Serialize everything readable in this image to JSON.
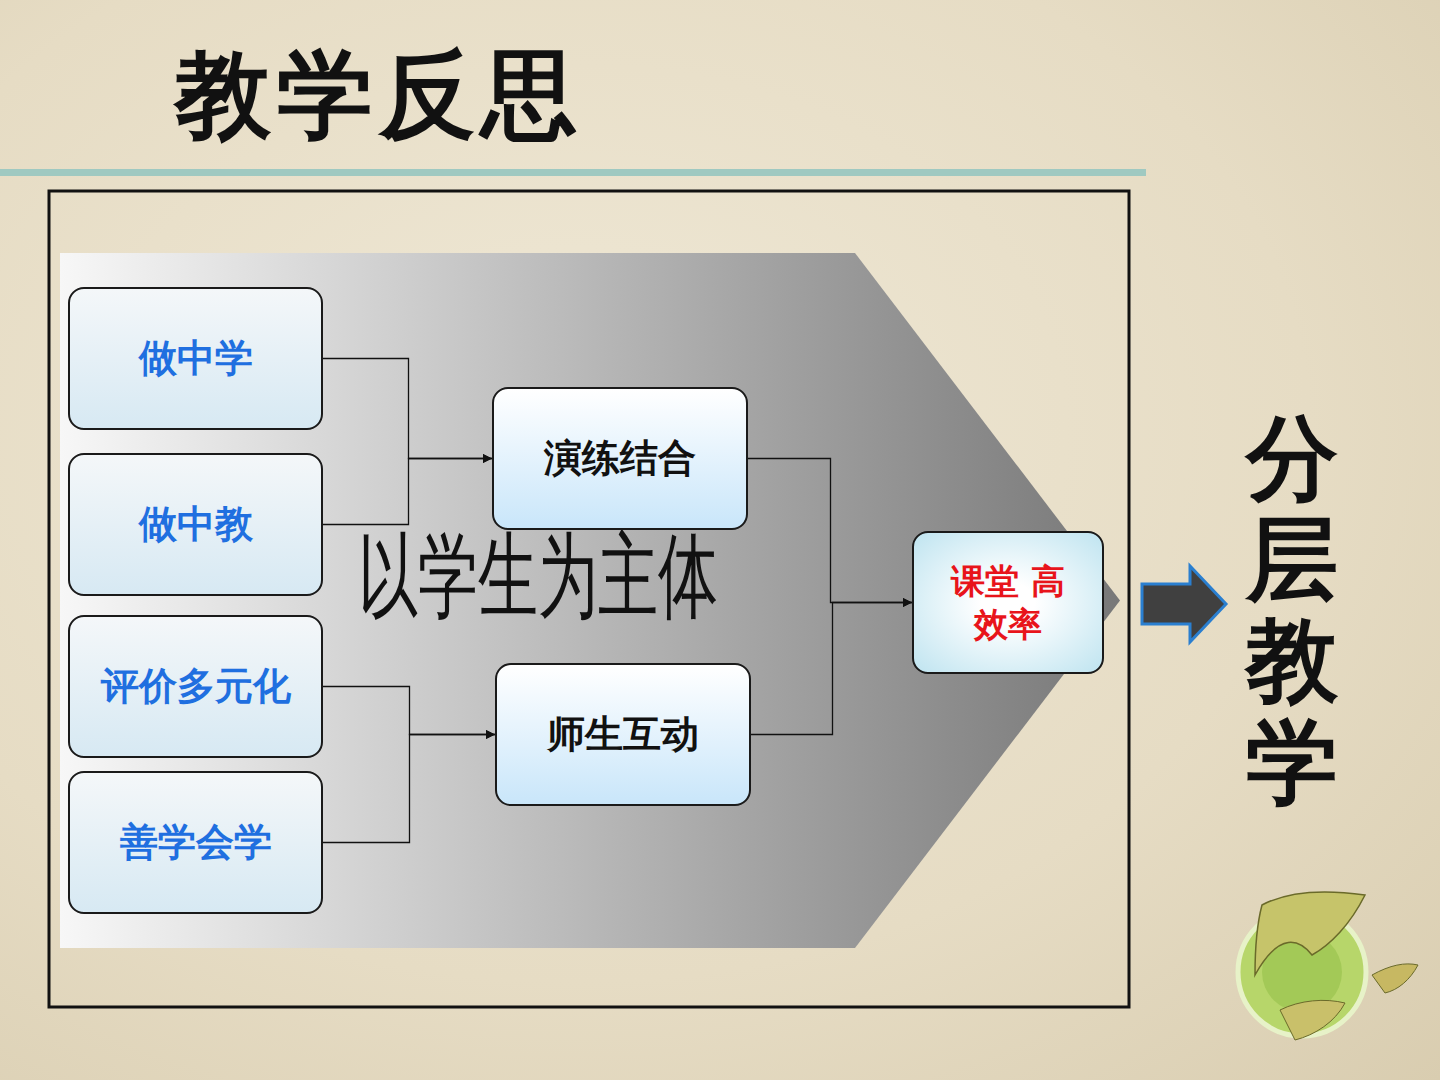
{
  "diagram": {
    "title": "教学反思",
    "nodes": [
      {
        "text": [
          "以学生为主体"
        ]
      },
      {
        "text": [
          "做中学"
        ],
        "in": 0
      },
      {
        "text": [
          "做中教"
        ],
        "in": 0
      },
      {
        "text": [
          "评价多元化"
        ],
        "in": 0
      },
      {
        "text": [
          "善学会学"
        ],
        "in": 0
      },
      {
        "text": [
          "演练结合"
        ],
        "in": 0
      },
      {
        "text": [
          "师生互动"
        ],
        "in": 0
      },
      {
        "text": [
          "课堂 高效率"
        ],
        "in": 0
      }
    ],
    "edges": [
      {
        "from": 1,
        "to": 5,
        "arrow": "to"
      },
      {
        "from": 2,
        "to": 5,
        "arrow": "to"
      },
      {
        "from": 3,
        "to": 6,
        "arrow": "to"
      },
      {
        "from": 4,
        "to": 6,
        "arrow": "to"
      },
      {
        "from": 5,
        "to": 7,
        "arrow": "to"
      },
      {
        "from": 6,
        "to": 7,
        "arrow": "to"
      }
    ],
    "labels": [
      "分层教学"
    ]
  }
}
